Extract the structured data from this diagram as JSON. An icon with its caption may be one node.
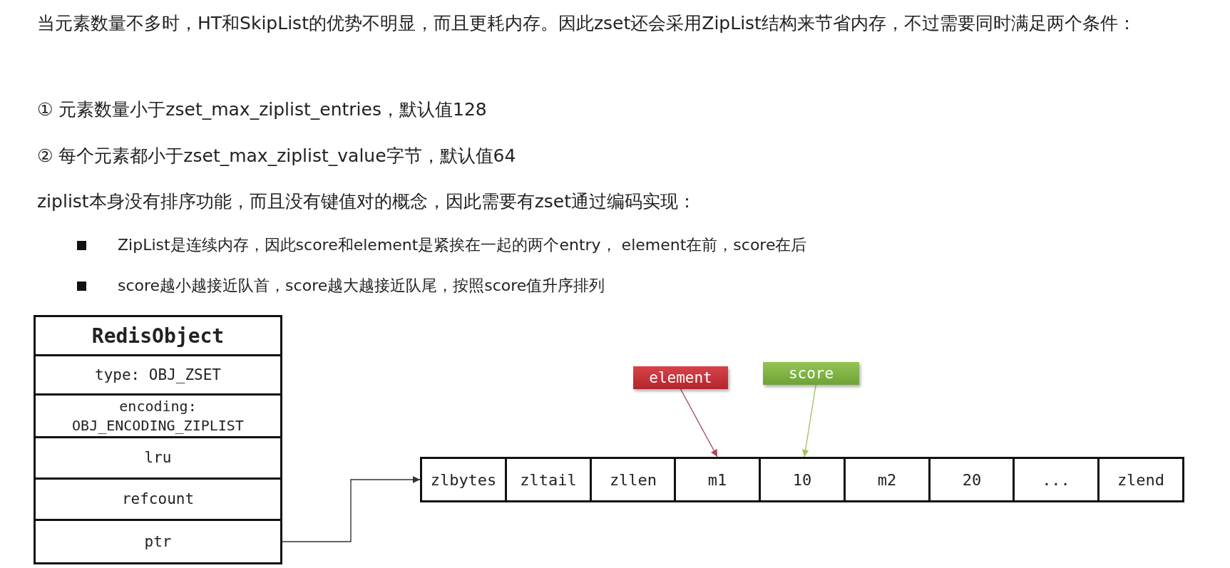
{
  "diagram": {
    "nodes": [
      {
        "text": [
          "RedisObject"
        ]
      },
      {
        "text": [
          "type: OBJ_ZSET"
        ]
      },
      {
        "text": [
          "encoding: OBJ_ENCODING_ZIPLIST"
        ]
      },
      {
        "text": [
          "lru"
        ]
      },
      {
        "text": [
          "refcount"
        ]
      },
      {
        "text": [
          "ptr"
        ]
      },
      {
        "text": [
          "zlbytes"
        ]
      },
      {
        "text": [
          "zltail"
        ]
      },
      {
        "text": [
          "zllen"
        ]
      },
      {
        "text": [
          "m1"
        ]
      },
      {
        "text": [
          "10"
        ]
      },
      {
        "text": [
          "m2"
        ]
      },
      {
        "text": [
          "20"
        ]
      },
      {
        "text": [
          "..."
        ]
      },
      {
        "text": [
          "zlend"
        ]
      },
      {
        "text": [
          "element"
        ]
      },
      {
        "text": [
          "score"
        ]
      }
    ],
    "edges": [
      {
        "from": 5,
        "to": 6,
        "arrow": "to"
      },
      {
        "from": 15,
        "to": 9,
        "arrow": "to",
        "color": "#a34b5a"
      },
      {
        "from": 16,
        "to": 10,
        "arrow": "to",
        "color": "#a3c463"
      }
    ],
    "labels": [
      "当元素数量不多时，HT和SkipList的优势不明显，而且更耗内存。因此zset还会采用ZipList结构来节省内存，不过需要同时满足两个条件：",
      "① 元素数量小于zset_max_ziplist_entries，默认值128",
      "② 每个元素都小于zset_max_ziplist_value字节，默认值64",
      "ziplist本身没有排序功能，而且没有键值对的概念，因此需要有zset通过编码实现：",
      "ZipList是连续内存，因此score和element是紧挨在一起的两个entry， element在前，score在后",
      "score越小越接近队首，score越大越接近队尾，按照score值升序排列"
    ]
  }
}
